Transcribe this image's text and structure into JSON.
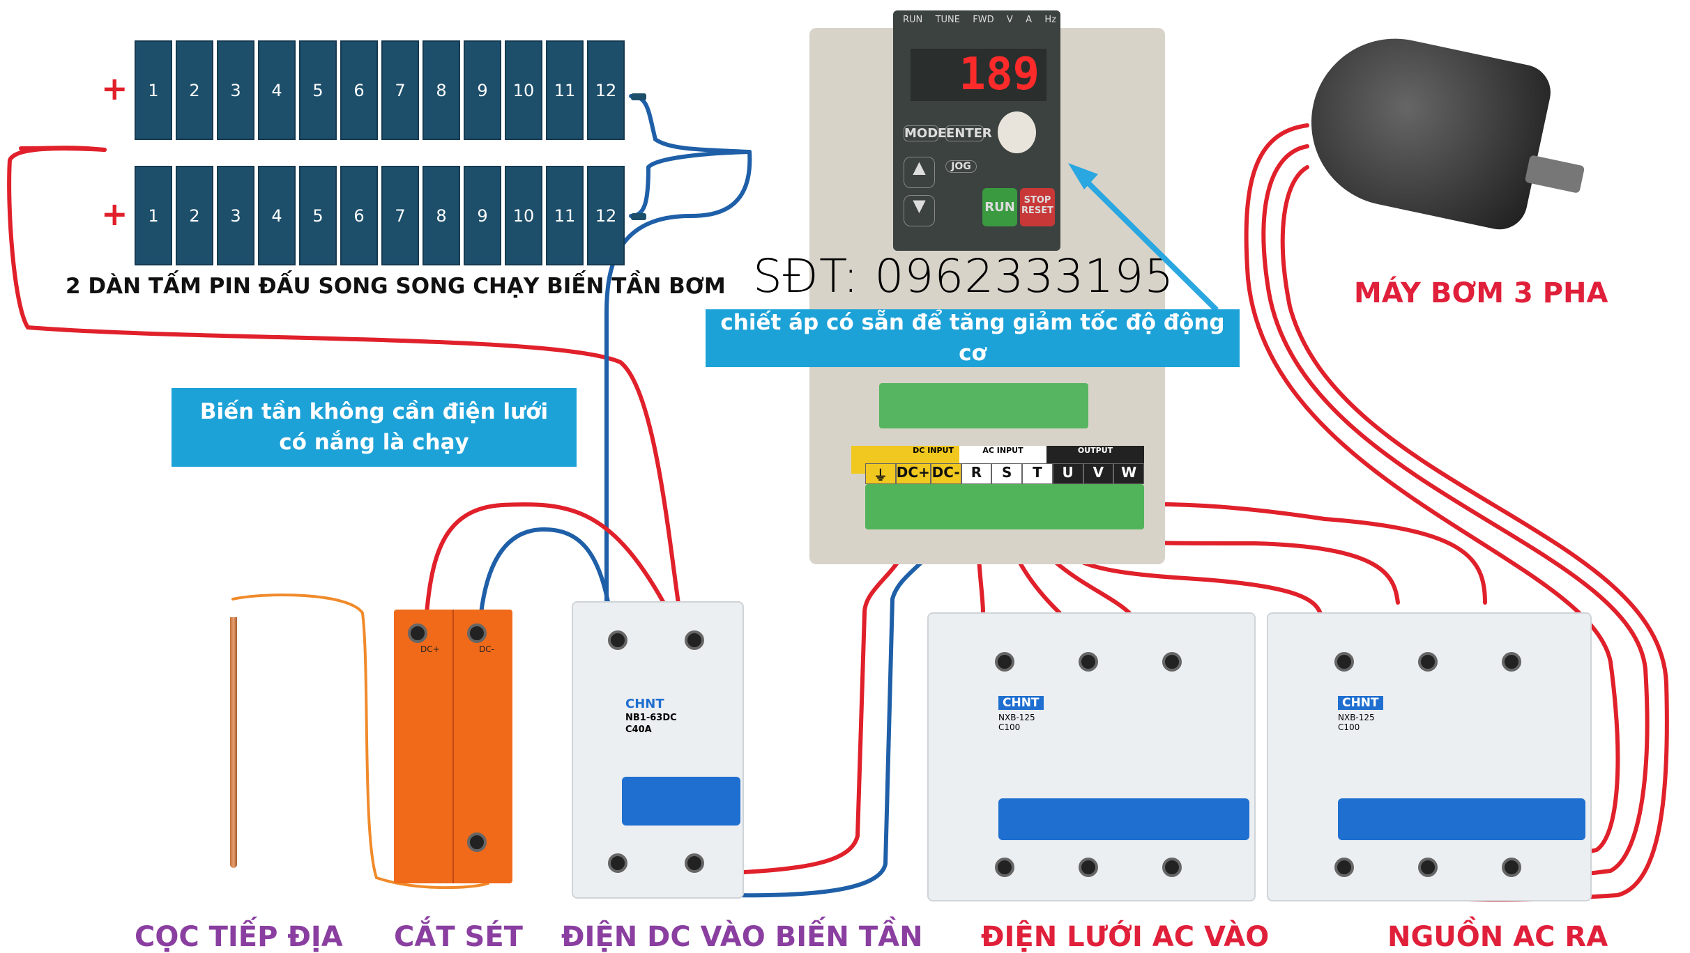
{
  "panels": {
    "row1": [
      "1",
      "2",
      "3",
      "4",
      "5",
      "6",
      "7",
      "8",
      "9",
      "10",
      "11",
      "12"
    ],
    "row2": [
      "1",
      "2",
      "3",
      "4",
      "5",
      "6",
      "7",
      "8",
      "9",
      "10",
      "11",
      "12"
    ],
    "plus_symbol": "+",
    "caption": "2 DÀN TẤM PIN ĐẤU SONG SONG CHẠY BIẾN TẦN BƠM"
  },
  "phone": "SĐT: 0962333195",
  "callouts": {
    "potentiometer": "chiết áp có sẵn để tăng giảm tốc độ động cơ",
    "no_grid": "Biến tần không cần điện lưới có nắng là chạy"
  },
  "inverter": {
    "indicators": [
      "RUN",
      "TUNE",
      "FWD",
      "V",
      "A",
      "Hz"
    ],
    "display": "189",
    "keys": [
      "MODE",
      "ENTER",
      "JOG",
      "RUN",
      "STOP RESET"
    ],
    "terminal_groups": [
      "DC INPUT",
      "AC INPUT",
      "OUTPUT"
    ],
    "terminals": [
      "⏚",
      "DC+",
      "DC-",
      "R",
      "S",
      "T",
      "U",
      "V",
      "W"
    ]
  },
  "devices": {
    "dc_breaker_brand": "CHNT",
    "dc_breaker_model": "NB1-63DC",
    "dc_breaker_rating": "C40A",
    "ac_breaker_brand": "CHNT",
    "ac_breaker_model": "NXB-125",
    "ac_breaker_rating": "C100",
    "spd_marks": [
      "DC+",
      "DC-"
    ]
  },
  "labels": {
    "motor": "MÁY BƠM 3 PHA",
    "ground": "CỌC TIẾP ĐỊA",
    "spd": "CẮT SÉT",
    "dc_in": "ĐIỆN DC VÀO BIẾN TẦN",
    "ac_in": "ĐIỆN LƯỚI AC VÀO",
    "ac_out": "NGUỒN AC RA"
  },
  "colors": {
    "panel": "#1d4f6b",
    "callout": "#1da2d8",
    "label_purple": "#8a3fa0",
    "label_red": "#e0203a",
    "wire_red": "#e0202a",
    "wire_blue": "#1e5fa8"
  }
}
